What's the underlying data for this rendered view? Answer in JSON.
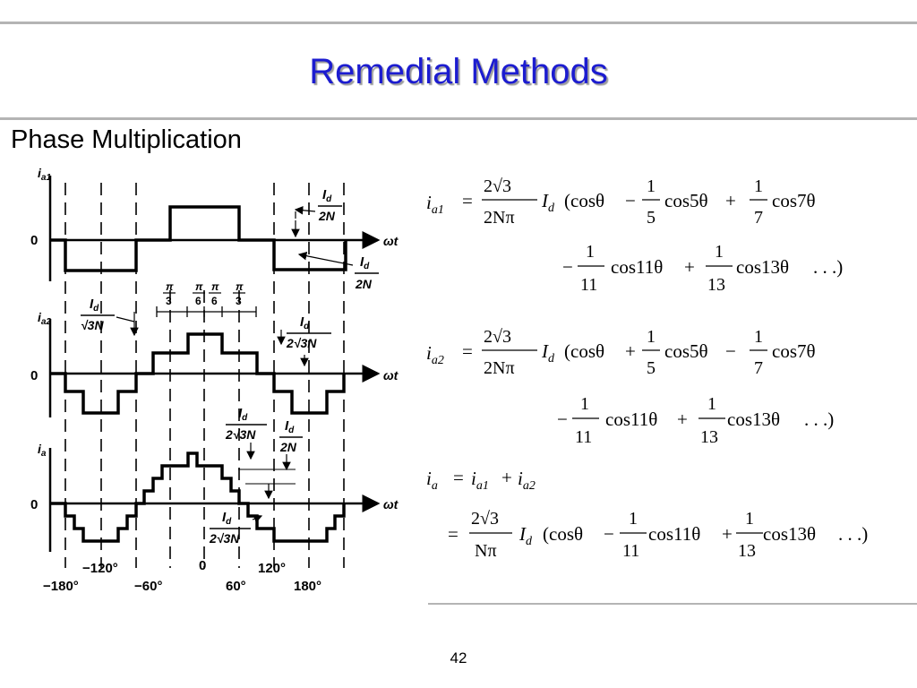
{
  "slide": {
    "title": "Remedial Methods",
    "subtitle": "Phase Multiplication",
    "page_number": "42"
  },
  "colors": {
    "title": "#1c1cd0",
    "rule": "#b4b4b4"
  },
  "figure": {
    "labels": {
      "ia1": "i",
      "ia1_sub": "a1",
      "ia2": "i",
      "ia2_sub": "a2",
      "ia": "i",
      "ia_sub": "a",
      "zero": "0",
      "wt": "ωt",
      "Id": "I",
      "Id_sub": "d",
      "twoN": "2N",
      "sqrt3N": "√3N",
      "twosqrt3N": "2√3N",
      "pi": "π",
      "three": "3",
      "six": "6"
    },
    "angles": [
      "−120°",
      "−180°",
      "−60°",
      "0",
      "60°",
      "120°",
      "180°"
    ]
  },
  "equations": {
    "eq1": {
      "lhs": "i",
      "lhs_sub": "a1",
      "eq": "=",
      "coef_num": "2√3",
      "coef_den": "2Nπ",
      "Id": "I",
      "Id_sub": "d",
      "lp": "(cosθ",
      "op1": "−",
      "f1_num": "1",
      "f1_den": "5",
      "t1": "cos5θ",
      "op2": "+",
      "f2_num": "1",
      "f2_den": "7",
      "t2": "cos7θ"
    },
    "eq1b": {
      "op0": "−",
      "f3_num": "1",
      "f3_den": "11",
      "t3": "cos11θ",
      "op1": "+",
      "f4_num": "1",
      "f4_den": "13",
      "t4": "cos13θ",
      "tail": ". . .)"
    },
    "eq2": {
      "lhs": "i",
      "lhs_sub": "a2",
      "eq": "=",
      "coef_num": "2√3",
      "coef_den": "2Nπ",
      "Id": "I",
      "Id_sub": "d",
      "lp": "(cosθ",
      "op1": "+",
      "f1_num": "1",
      "f1_den": "5",
      "t1": "cos5θ",
      "op2": "−",
      "f2_num": "1",
      "f2_den": "7",
      "t2": "cos7θ"
    },
    "eq2b": {
      "op0": "−",
      "f3_num": "1",
      "f3_den": "11",
      "t3": "cos11θ",
      "op1": "+",
      "f4_num": "1",
      "f4_den": "13",
      "t4": "cos13θ",
      "tail": ". . .)"
    },
    "eq3": {
      "lhs": "i",
      "lhs_sub": "a",
      "eq": "=",
      "r1": "i",
      "r1_sub": "a1",
      "plus": "+",
      "r2": "i",
      "r2_sub": "a2"
    },
    "eq4": {
      "eq": "=",
      "coef_num": "2√3",
      "coef_den": "Nπ",
      "Id": "I",
      "Id_sub": "d",
      "lp": "(cosθ",
      "op1": "−",
      "f1_num": "1",
      "f1_den": "11",
      "t1": "cos11θ",
      "op2": "+",
      "f2_num": "1",
      "f2_den": "13",
      "t2": "cos13θ",
      "tail": ". . .)"
    }
  }
}
